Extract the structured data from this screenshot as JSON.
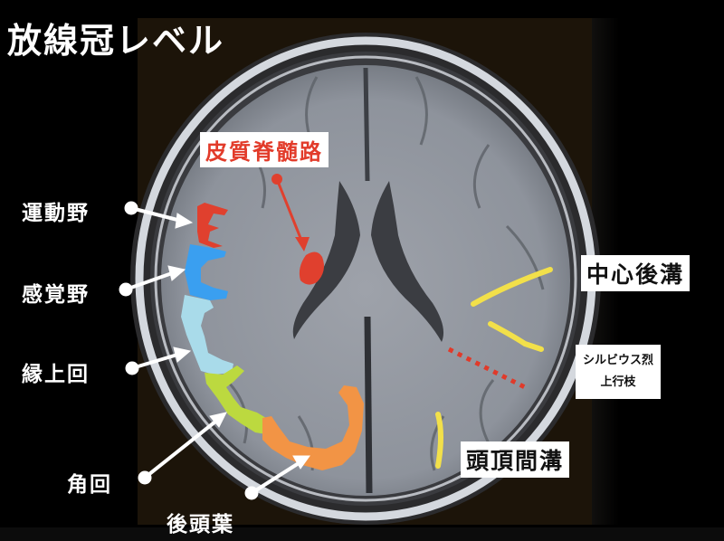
{
  "title": "放線冠レベル",
  "labels_left": {
    "motor_area": "運動野",
    "sensory_area": "感覚野",
    "supramarginal_gyrus": "縁上回",
    "angular_gyrus": "角回",
    "occipital_lobe": "後頭葉"
  },
  "labels_boxed": {
    "corticospinal_tract": "皮質脊髄路",
    "postcentral_sulcus": "中心後溝",
    "sylvian_fissure_line1": "シルビウス烈",
    "sylvian_fissure_line2": "上行枝",
    "intraparietal_sulcus": "頭頂間溝"
  },
  "colors": {
    "motor_area": "#e0402e",
    "sensory_area": "#3a9ff0",
    "supramarginal_gyrus": "#a9dbea",
    "angular_gyrus": "#bcd93f",
    "occipital_lobe": "#f29445",
    "corticospinal_tract": "#e0402e",
    "sulcus_marker": "#f2e04a",
    "sylvian_dotted": "#e03a2a"
  }
}
